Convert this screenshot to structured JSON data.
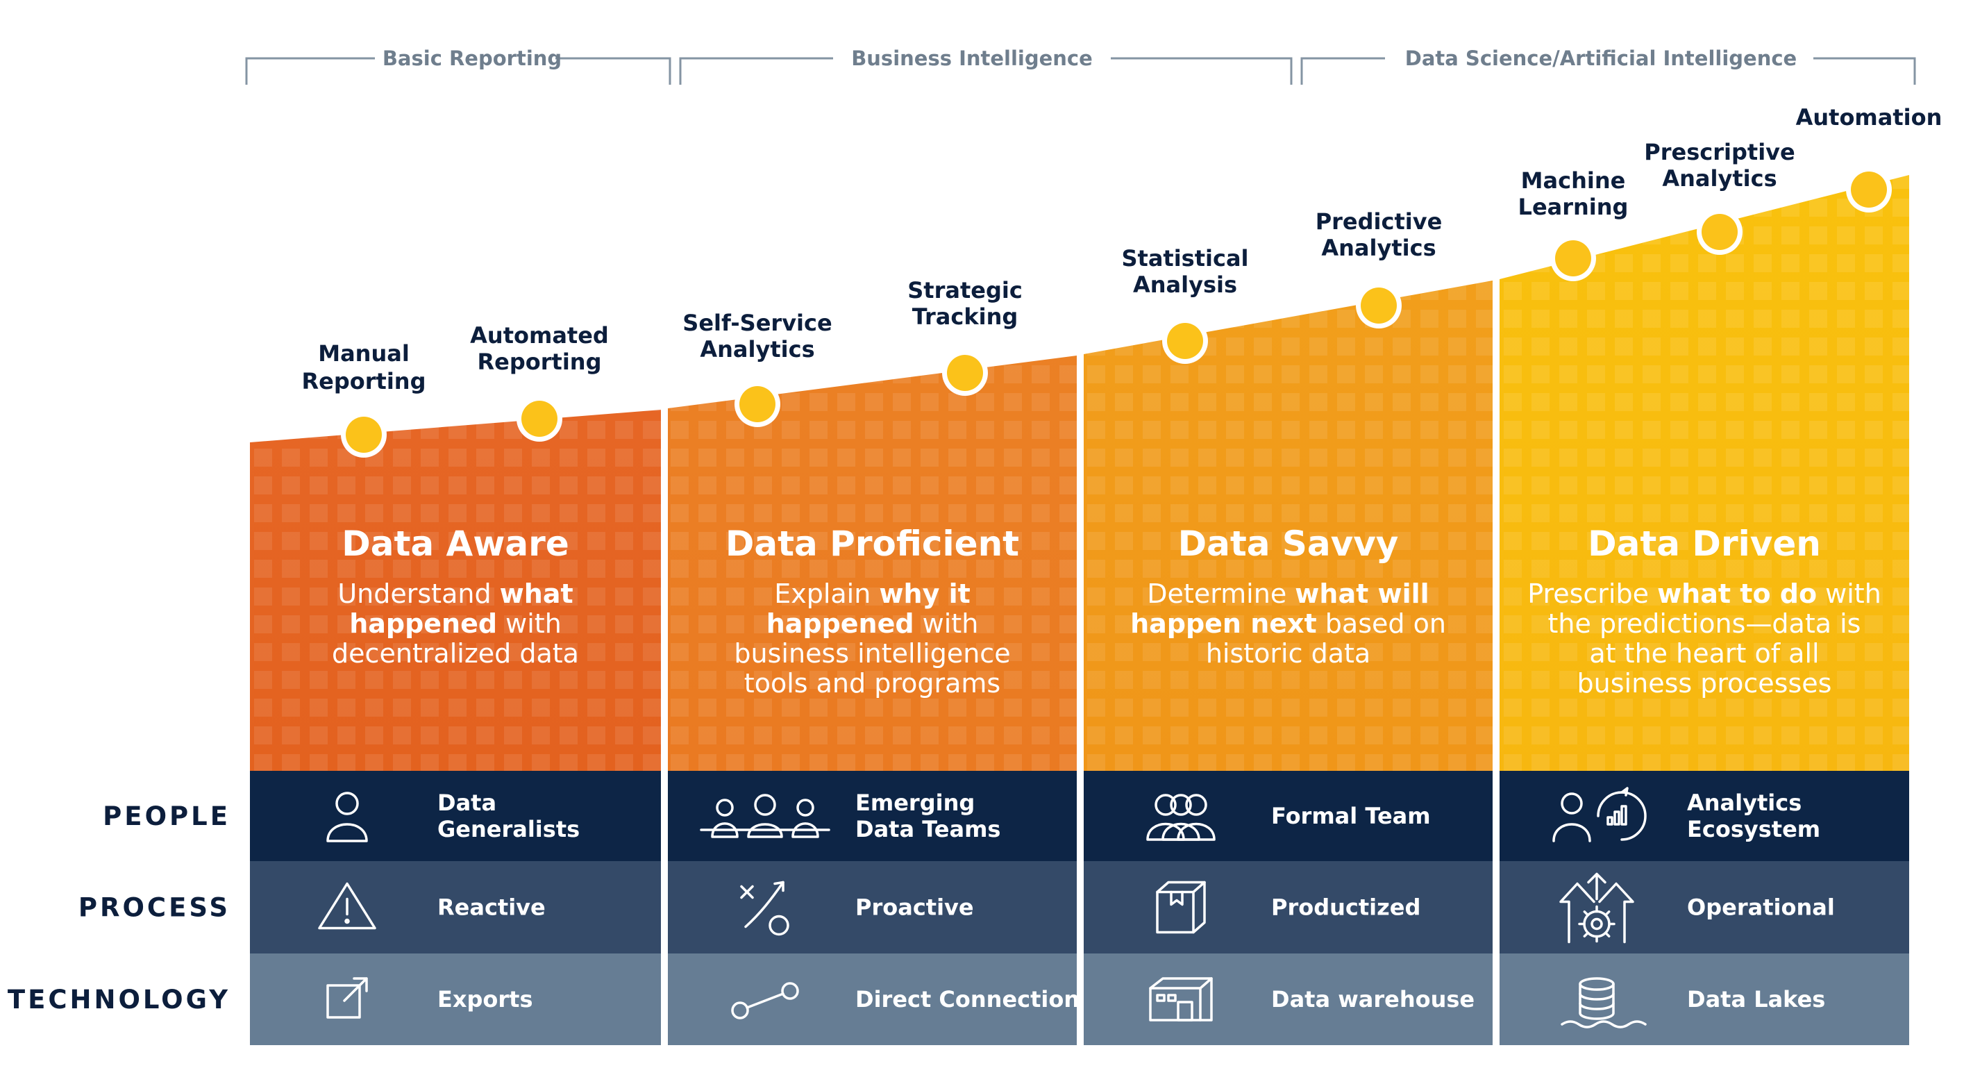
{
  "phases": [
    {
      "label": "Basic Reporting"
    },
    {
      "label": "Business Intelligence"
    },
    {
      "label": "Data Science/Artificial Intelligence"
    }
  ],
  "stages": [
    {
      "title": "Data Aware",
      "description": [
        [
          {
            "t": "Understand ",
            "b": false
          },
          {
            "t": "what",
            "b": true
          }
        ],
        [
          {
            "t": "happened",
            "b": true
          },
          {
            "t": " with",
            "b": false
          }
        ],
        [
          {
            "t": "decentralized data",
            "b": false
          }
        ]
      ],
      "color_top": "#e8692a",
      "color_bottom": "#e3621f"
    },
    {
      "title": "Data Proficient",
      "description": [
        [
          {
            "t": "Explain ",
            "b": false
          },
          {
            "t": "why it",
            "b": true
          }
        ],
        [
          {
            "t": "happened",
            "b": true
          },
          {
            "t": " with",
            "b": false
          }
        ],
        [
          {
            "t": "business intelligence",
            "b": false
          }
        ],
        [
          {
            "t": "tools and programs",
            "b": false
          }
        ]
      ],
      "color_top": "#ec8426",
      "color_bottom": "#ea7a22"
    },
    {
      "title": "Data Savvy",
      "description": [
        [
          {
            "t": "Determine ",
            "b": false
          },
          {
            "t": "what will",
            "b": true
          }
        ],
        [
          {
            "t": "happen next",
            "b": true
          },
          {
            "t": " based on",
            "b": false
          }
        ],
        [
          {
            "t": "historic data",
            "b": false
          }
        ]
      ],
      "color_top": "#f2a11c",
      "color_bottom": "#f09619"
    },
    {
      "title": "Data Driven",
      "description": [
        [
          {
            "t": "Prescribe ",
            "b": false
          },
          {
            "t": "what to do",
            "b": true
          },
          {
            "t": " with",
            "b": false
          }
        ],
        [
          {
            "t": "the predictions—data is",
            "b": false
          }
        ],
        [
          {
            "t": "at the heart of all",
            "b": false
          }
        ],
        [
          {
            "t": "business processes",
            "b": false
          }
        ]
      ],
      "color_top": "#f9c20e",
      "color_bottom": "#f7b710"
    }
  ],
  "milestones": [
    {
      "lines": [
        "Manual",
        "Reporting"
      ]
    },
    {
      "lines": [
        "Automated",
        "Reporting"
      ]
    },
    {
      "lines": [
        "Self-Service",
        "Analytics"
      ]
    },
    {
      "lines": [
        "Strategic",
        "Tracking"
      ]
    },
    {
      "lines": [
        "Statistical",
        "Analysis"
      ]
    },
    {
      "lines": [
        "Predictive",
        "Analytics"
      ]
    },
    {
      "lines": [
        "Machine",
        "Learning"
      ]
    },
    {
      "lines": [
        "Prescriptive",
        "Analytics"
      ]
    },
    {
      "lines": [
        "Automation"
      ]
    }
  ],
  "rows": [
    {
      "label": "PEOPLE",
      "color": "#0d2546",
      "cells": [
        {
          "icon": "person-icon",
          "lines": [
            "Data",
            "Generalists"
          ]
        },
        {
          "icon": "emerging-team-icon",
          "lines": [
            "Emerging",
            "Data Teams"
          ]
        },
        {
          "icon": "formal-team-icon",
          "lines": [
            "Formal Team"
          ]
        },
        {
          "icon": "analytics-ecosystem-icon",
          "lines": [
            "Analytics",
            "Ecosystem"
          ]
        }
      ]
    },
    {
      "label": "PROCESS",
      "color": "#344a68",
      "cells": [
        {
          "icon": "warning-icon",
          "lines": [
            "Reactive"
          ]
        },
        {
          "icon": "strategy-play-icon",
          "lines": [
            "Proactive"
          ]
        },
        {
          "icon": "package-box-icon",
          "lines": [
            "Productized"
          ]
        },
        {
          "icon": "operations-gear-icon",
          "lines": [
            "Operational"
          ]
        }
      ]
    },
    {
      "label": "TECHNOLOGY",
      "color": "#667d94",
      "cells": [
        {
          "icon": "export-icon",
          "lines": [
            "Exports"
          ]
        },
        {
          "icon": "connection-icon",
          "lines": [
            "Direct Connections"
          ]
        },
        {
          "icon": "warehouse-icon",
          "lines": [
            "Data warehouse"
          ]
        },
        {
          "icon": "database-lake-icon",
          "lines": [
            "Data Lakes"
          ]
        }
      ]
    }
  ],
  "colors": {
    "navy": "#0c1e3c",
    "milestone_dot": "#fbc21a",
    "phase_bracket": "#8494a3"
  }
}
